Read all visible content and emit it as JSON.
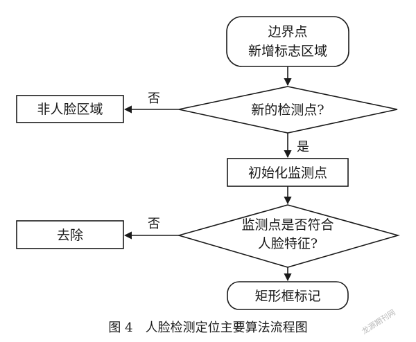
{
  "diagram": {
    "nodes": {
      "start": {
        "line1": "边界点",
        "line2": "新增标志区域"
      },
      "decision1": {
        "text": "新的检测点?"
      },
      "non_face": {
        "text": "非人脸区域"
      },
      "init": {
        "text": "初始化监测点"
      },
      "decision2": {
        "line1": "监测点是否符合",
        "line2": "人脸特征?"
      },
      "remove": {
        "text": "去除"
      },
      "end": {
        "text": "矩形框标记"
      }
    },
    "edges": {
      "no1": "否",
      "yes1": "是",
      "no2": "否"
    }
  },
  "caption": "图 4　人脸检测定位主要算法流程图",
  "watermark": "龙源期刊网"
}
